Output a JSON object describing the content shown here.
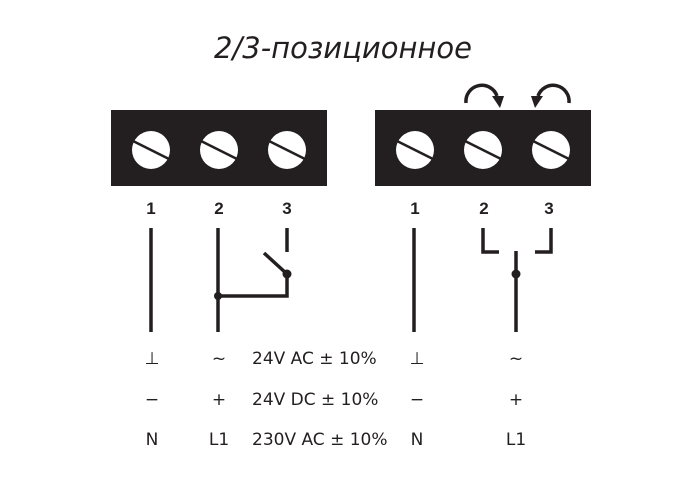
{
  "title": "2/3-позиционное",
  "left_block": {
    "terminals": [
      "1",
      "2",
      "3"
    ]
  },
  "right_block": {
    "terminals": [
      "1",
      "2",
      "3"
    ]
  },
  "rows": [
    {
      "left_1": "⊥",
      "left_2": "~",
      "voltage": "24V AC ± 10%",
      "right_1": "⊥",
      "right_c": "~"
    },
    {
      "left_1": "−",
      "left_2": "+",
      "voltage": "24V DC ± 10%",
      "right_1": "−",
      "right_c": "+"
    },
    {
      "left_1": "N",
      "left_2": "L1",
      "voltage": "230V AC ± 10%",
      "right_1": "N",
      "right_c": "L1"
    }
  ],
  "colors": {
    "ink": "#231f20",
    "background": "#ffffff"
  }
}
